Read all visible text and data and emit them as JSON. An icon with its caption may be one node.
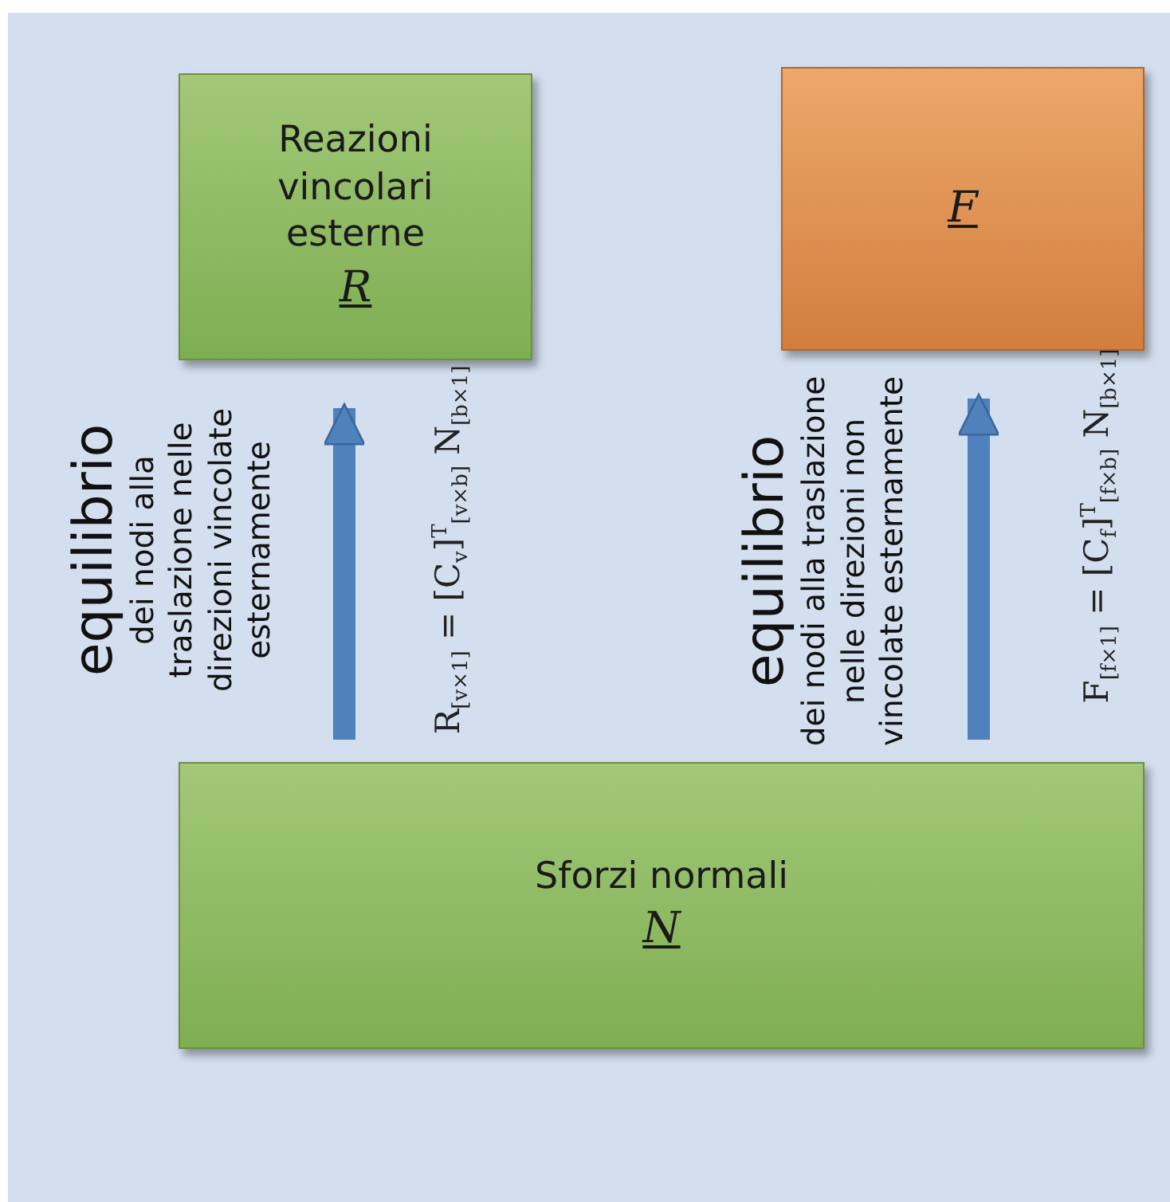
{
  "diagram": {
    "nodes": [
      {
        "text": [
          "Reazioni vincolari esterne",
          "R"
        ]
      },
      {
        "text": [
          "F"
        ]
      },
      {
        "text": [
          "Sforzi normali",
          "N"
        ]
      }
    ],
    "edges": [
      {
        "from": 2,
        "to": 0,
        "arrow": "to"
      },
      {
        "from": 2,
        "to": 1,
        "arrow": "to"
      }
    ],
    "labels": [
      "equilibrio",
      "dei nodi alla traslazione nelle direzioni vincolate esternamente",
      "R$_{[v×1]}$ = [C$_{v}$]$^{T}$$_{[v×b]}$ N$_{[b×1]}$",
      "equilibrio",
      "dei nodi alla traslazione nelle direzioni non vincolate esternamente",
      "F$_{[f×1]}$ = [C$_{f}$]$^{T}$$_{[f×b]}$ N$_{[b×1]}$"
    ]
  }
}
